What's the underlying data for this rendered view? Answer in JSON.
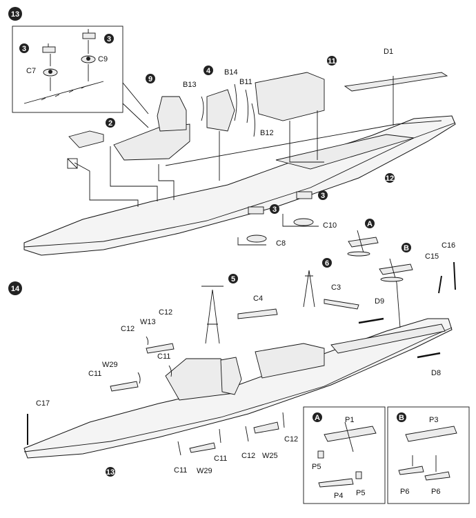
{
  "steps": [
    {
      "number": "13",
      "callouts": [
        "3",
        "3",
        "9",
        "2",
        "4",
        "11",
        "3",
        "3",
        "12"
      ],
      "labels": {
        "c7": "C7",
        "c9": "C9",
        "d1": "D1",
        "b13": "B13",
        "b14": "B14",
        "b11": "B11",
        "b12": "B12",
        "c8": "C8",
        "c10": "C10"
      }
    },
    {
      "number": "14",
      "callouts": [
        "5",
        "6",
        "A",
        "B",
        "13"
      ],
      "labels": {
        "c4": "C4",
        "c3": "C3",
        "d9": "D9",
        "d8": "D8",
        "c15": "C15",
        "c16": "C16",
        "w13": "W13",
        "c12": "C12",
        "w29": "W29",
        "c11": "C11",
        "c17": "C17",
        "w25": "W25"
      }
    }
  ],
  "insets": [
    {
      "letter": "A",
      "labels": [
        "P1",
        "P5",
        "P4",
        "P5"
      ]
    },
    {
      "letter": "B",
      "labels": [
        "P3",
        "P6",
        "P6"
      ]
    }
  ]
}
